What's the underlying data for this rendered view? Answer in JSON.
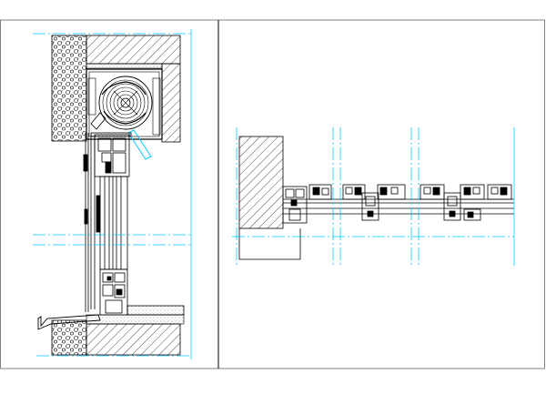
{
  "drawing": {
    "left_panel": {
      "view": "vertical-section",
      "components": [
        "lintel",
        "roller-shutter-box",
        "roller-shutter",
        "window-frame",
        "sill"
      ]
    },
    "right_panel": {
      "view": "horizontal-section",
      "components": [
        "wall-jamb",
        "sliding-window-profiles"
      ]
    }
  },
  "colors": {
    "paper": "#ffffff",
    "line": "#000000",
    "axis": "#00c8ff",
    "frame": "#808080"
  }
}
